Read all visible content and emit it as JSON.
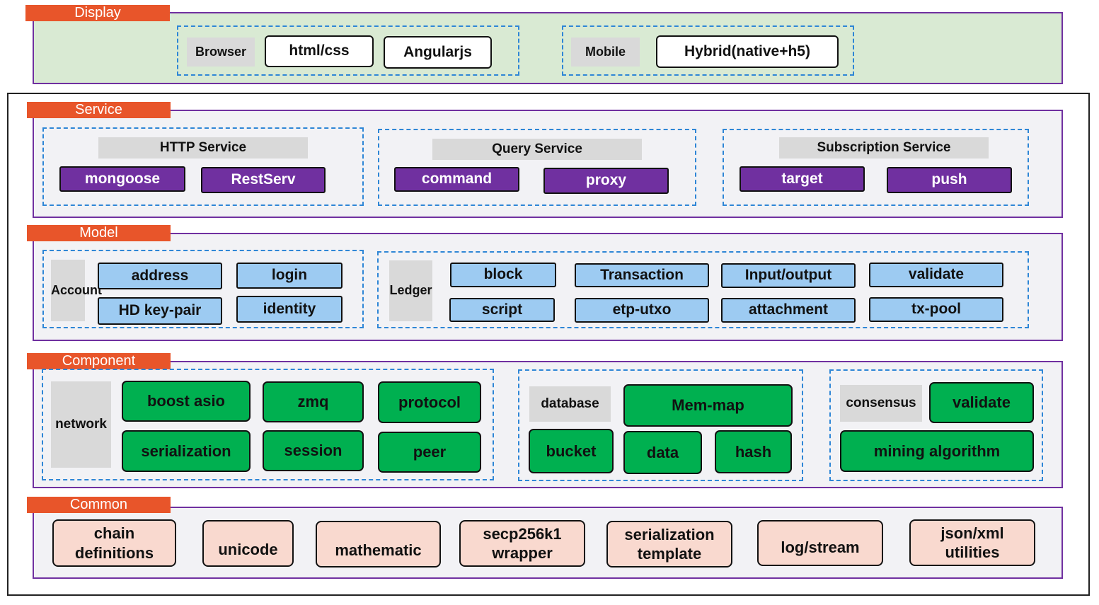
{
  "display": {
    "title": "Display",
    "browser": {
      "label": "Browser",
      "items": [
        "html/css",
        "Angularjs"
      ]
    },
    "mobile": {
      "label": "Mobile",
      "items": [
        "Hybrid(native+h5)"
      ]
    }
  },
  "service": {
    "title": "Service",
    "groups": [
      {
        "label": "HTTP Service",
        "items": [
          "mongoose",
          "RestServ"
        ]
      },
      {
        "label": "Query Service",
        "items": [
          "command",
          "proxy"
        ]
      },
      {
        "label": "Subscription Service",
        "items": [
          "target",
          "push"
        ]
      }
    ]
  },
  "model": {
    "title": "Model",
    "account": {
      "label": "Account",
      "items": [
        "address",
        "login",
        "HD key-pair",
        "identity"
      ]
    },
    "ledger": {
      "label": "Ledger",
      "items": [
        "block",
        "Transaction",
        "Input/output",
        "validate",
        "script",
        "etp-utxo",
        "attachment",
        "tx-pool"
      ]
    }
  },
  "component": {
    "title": "Component",
    "network": {
      "label": "network",
      "items": [
        "boost asio",
        "zmq",
        "protocol",
        "serialization",
        "session",
        "peer"
      ]
    },
    "database": {
      "label": "database",
      "items": [
        "Mem-map",
        "bucket",
        "data",
        "hash"
      ]
    },
    "consensus": {
      "label": "consensus",
      "items": [
        "validate",
        "mining algorithm"
      ]
    }
  },
  "common": {
    "title": "Common",
    "items": [
      "chain\ndefinitions",
      "unicode",
      "mathematic",
      "secp256k1\nwrapper",
      "serialization\ntemplate",
      "log/stream",
      "json/xml\nutilities"
    ]
  },
  "colors": {
    "tag": "#e8552a",
    "section_border": "#7030a0",
    "display_bg": "#d9ead3",
    "purple_box": "#7030a0",
    "light_blue_box": "#9dcbf2",
    "green_box": "#00b050",
    "pink_box": "#f9d9cf",
    "dashed_border": "#2e86d6"
  }
}
